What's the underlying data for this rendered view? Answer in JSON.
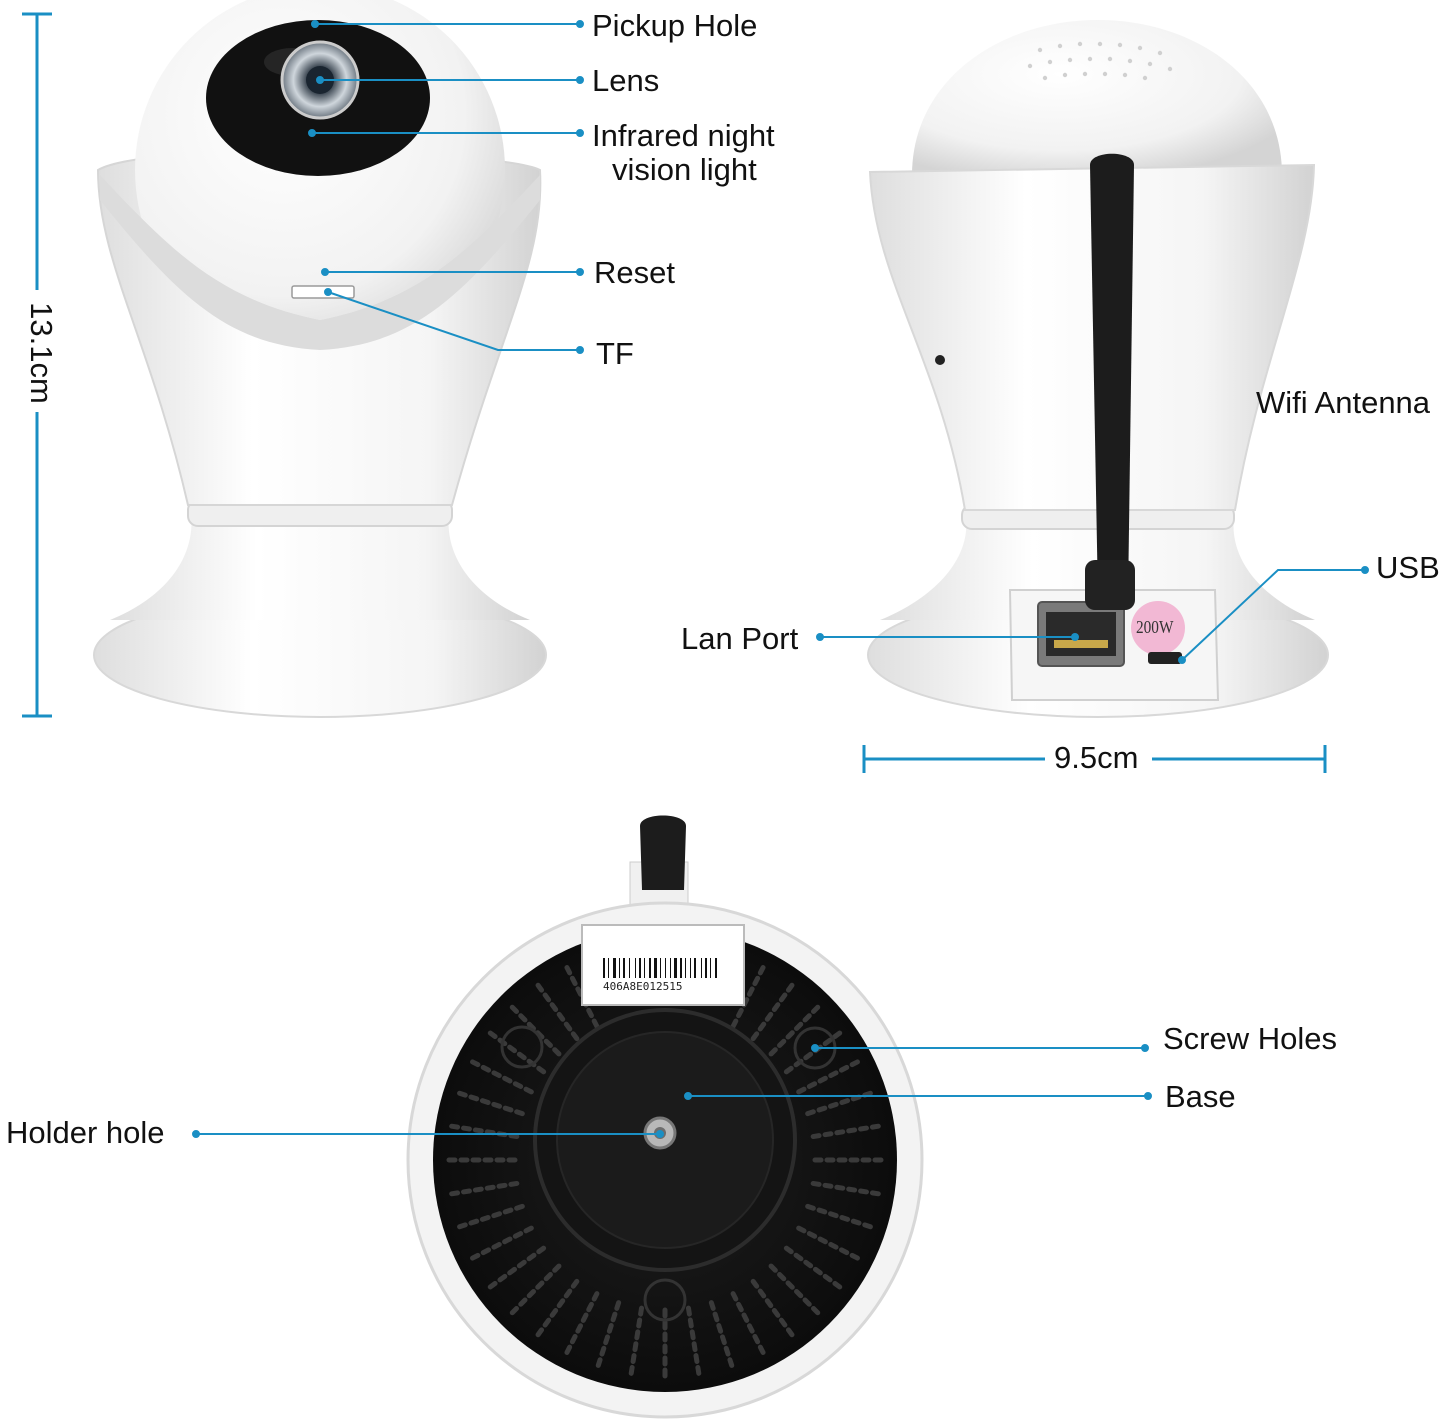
{
  "colors": {
    "leader": "#1a8fc4",
    "dimension": "#1a8fc4",
    "body": "#f4f4f4",
    "body_shadow": "#d9d9d9",
    "face": "#111111",
    "base_plate": "#151515",
    "antenna": "#1c1c1c",
    "sticker": "#f2b8d4"
  },
  "labels": {
    "pickup_hole": "Pickup Hole",
    "lens": "Lens",
    "infrared_line1": "Infrared night",
    "infrared_line2": "vision light",
    "reset": "Reset",
    "tf": "TF",
    "wifi_antenna": "Wifi Antenna",
    "usb": "USB",
    "lan_port": "Lan Port",
    "screw_holes": "Screw Holes",
    "base": "Base",
    "holder_hole": "Holder hole"
  },
  "dimensions": {
    "height": "13.1cm",
    "width": "9.5cm"
  },
  "product_marks": {
    "serial_number": "406A8E012515",
    "power_sticker": "200W"
  }
}
